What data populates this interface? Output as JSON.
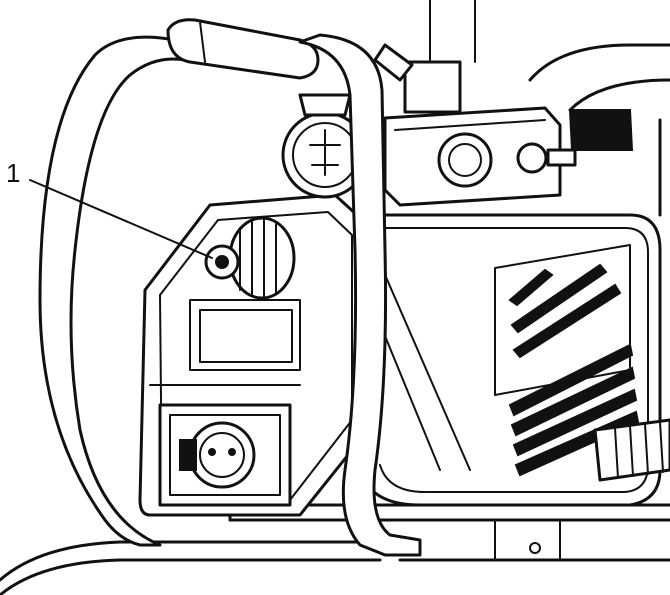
{
  "callout": {
    "label": "1"
  },
  "colors": {
    "line": "#111111",
    "background": "#ffffff"
  },
  "parts": {
    "frame": "tube-frame",
    "pump": "pressure-pump",
    "gauge": "pressure-gauge-icon",
    "knob": "pressure-control-knob",
    "socket": "power-socket"
  }
}
